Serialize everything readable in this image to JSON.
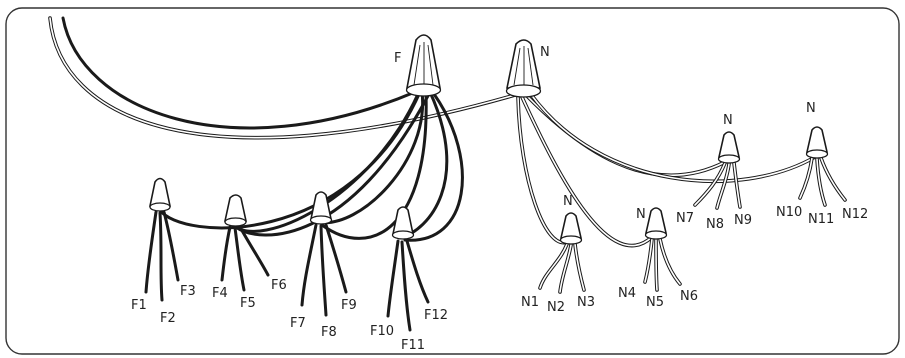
{
  "feed_nut_label": "F",
  "neutral_nut_label": "N",
  "neutral_sub_nut_labels": [
    "N",
    "N",
    "N",
    "N"
  ],
  "hot_wire_labels": [
    "F1",
    "F2",
    "F3",
    "F4",
    "F5",
    "F6",
    "F7",
    "F8",
    "F9",
    "F10",
    "F11",
    "F12"
  ],
  "neutral_wire_labels": [
    "N1",
    "N2",
    "N3",
    "N4",
    "N5",
    "N6",
    "N7",
    "N8",
    "N9",
    "N10",
    "N11",
    "N12"
  ]
}
